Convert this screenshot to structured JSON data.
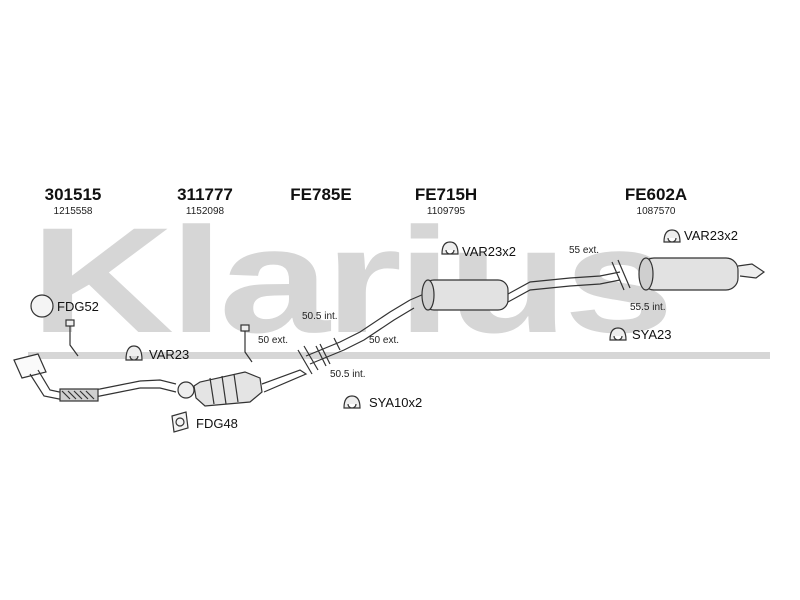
{
  "watermark": "Klarius",
  "parts": [
    {
      "code": "301515",
      "ref": "1215558"
    },
    {
      "code": "311777",
      "ref": "1152098"
    },
    {
      "code": "FE785E",
      "ref": ""
    },
    {
      "code": "FE715H",
      "ref": "1109795"
    },
    {
      "code": "FE602A",
      "ref": "1087570"
    }
  ],
  "fittings": {
    "fdg52": "FDG52",
    "var23": "VAR23",
    "fdg48": "FDG48",
    "sya10x2": "SYA10x2",
    "var23x2_mid": "VAR23x2",
    "var23x2_rear": "VAR23x2",
    "sya23": "SYA23"
  },
  "dimensions": {
    "d1": "50.5 int.",
    "d2": "50 ext.",
    "d3": "50 ext.",
    "d4": "50.5 int.",
    "d5": "55 ext.",
    "d6": "55.5 int."
  }
}
